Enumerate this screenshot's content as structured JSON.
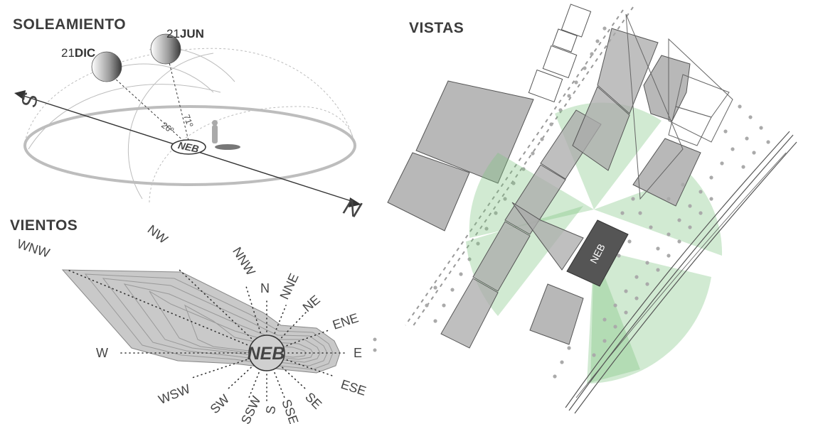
{
  "soleamiento": {
    "title": "SOLEAMIENTO",
    "jun": {
      "day": "21",
      "month": "JUN",
      "angle": "71º"
    },
    "dic": {
      "day": "21",
      "month": "DIC",
      "angle": "26º"
    },
    "neb": "NEB",
    "north": "N",
    "south": "S"
  },
  "vientos": {
    "title": "VIENTOS",
    "neb": "NEB",
    "directions": [
      "N",
      "NNE",
      "NE",
      "ENE",
      "E",
      "ESE",
      "SE",
      "SSE",
      "S",
      "SSW",
      "SW",
      "WSW",
      "W",
      "WNW",
      "NW",
      "NNW"
    ]
  },
  "vistas": {
    "title": "VISTAS",
    "neb": "NEB"
  },
  "colors": {
    "heading": "#3c3c3c",
    "building": "#b8b8b8",
    "neb_block": "#555555",
    "view_cone": "#7ac47f",
    "wind_fill": "#c9c9c9"
  }
}
